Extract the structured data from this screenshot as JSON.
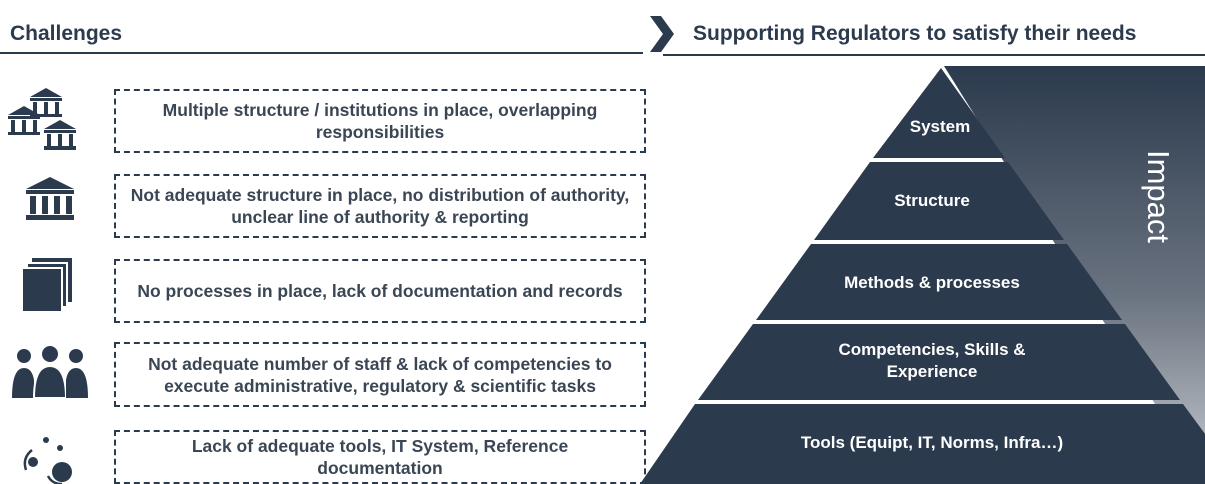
{
  "left_panel": {
    "title": "Challenges",
    "challenges": [
      {
        "icon": "institutions-icon",
        "text": "Multiple structure / institutions in place, overlapping responsibilities"
      },
      {
        "icon": "institution-icon",
        "text": "Not adequate structure in place, no distribution of authority, unclear line of authority & reporting"
      },
      {
        "icon": "documents-icon",
        "text": "No processes in place, lack of documentation and records"
      },
      {
        "icon": "people-icon",
        "text": "Not adequate number of staff & lack of competencies to execute administrative, regulatory & scientific tasks"
      },
      {
        "icon": "tools-network-icon",
        "text": "Lack of adequate tools, IT System, Reference documentation"
      }
    ]
  },
  "right_panel": {
    "title": "Supporting Regulators to satisfy their needs",
    "pyramid_tiers": [
      "System",
      "Structure",
      "Methods & processes",
      "Competencies, Skills & Experience",
      "Tools (Equipt, IT, Norms, Infra…)"
    ],
    "impact_label": "Impact"
  },
  "colors": {
    "dark": "#2b3a4d",
    "gradient_light": "#c8ccd1"
  }
}
